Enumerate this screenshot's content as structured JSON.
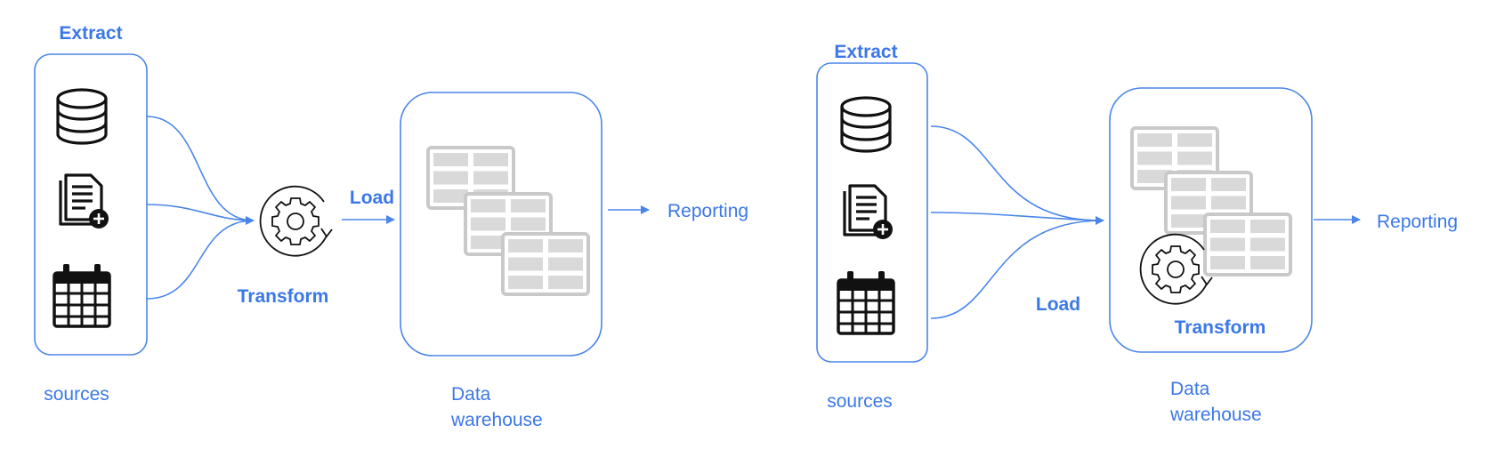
{
  "left_diagram": {
    "extract_label": "Extract",
    "sources_label": "sources",
    "load_label": "Load",
    "transform_label": "Transform",
    "warehouse_label_line1": "Data",
    "warehouse_label_line2": "warehouse",
    "reporting_label": "Reporting",
    "source_icons": [
      "database-icon",
      "document-add-icon",
      "calendar-icon"
    ],
    "transform_icon": "gear-cycle-icon"
  },
  "right_diagram": {
    "extract_label": "Extract",
    "sources_label": "sources",
    "load_label": "Load",
    "transform_label": "Transform",
    "warehouse_label_line1": "Data",
    "warehouse_label_line2": "warehouse",
    "reporting_label": "Reporting",
    "source_icons": [
      "database-icon",
      "document-add-icon",
      "calendar-icon"
    ],
    "transform_icon": "gear-cycle-icon"
  },
  "colors": {
    "accent": "#4a86e8",
    "text": "#3b78e7",
    "icon": "#111111",
    "table_cells": "#d9d9d9"
  }
}
